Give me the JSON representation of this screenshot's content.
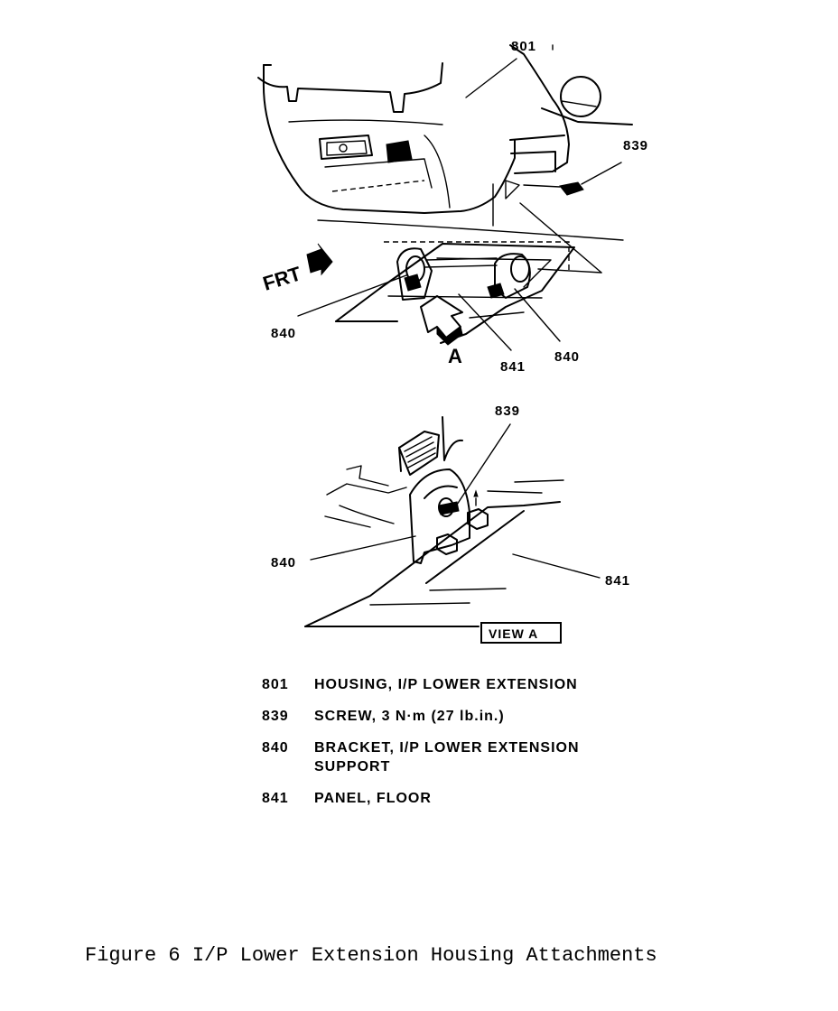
{
  "figure": {
    "caption": "Figure 6 I/P Lower Extension Housing Attachments"
  },
  "callouts": {
    "top_801": "801",
    "top_839": "839",
    "top_840_left": "840",
    "top_840_right": "840",
    "top_841": "841",
    "view_arrow": "A",
    "front": "FRT",
    "view_839": "839",
    "view_840": "840",
    "view_841": "841",
    "view_a_label": "VIEW A"
  },
  "legend": [
    {
      "number": "801",
      "description": "HOUSING, I/P LOWER EXTENSION"
    },
    {
      "number": "839",
      "description": "SCREW, 3 N·m (27 lb.in.)"
    },
    {
      "number": "840",
      "description": "BRACKET, I/P LOWER EXTENSION SUPPORT"
    },
    {
      "number": "841",
      "description": "PANEL, FLOOR"
    }
  ]
}
